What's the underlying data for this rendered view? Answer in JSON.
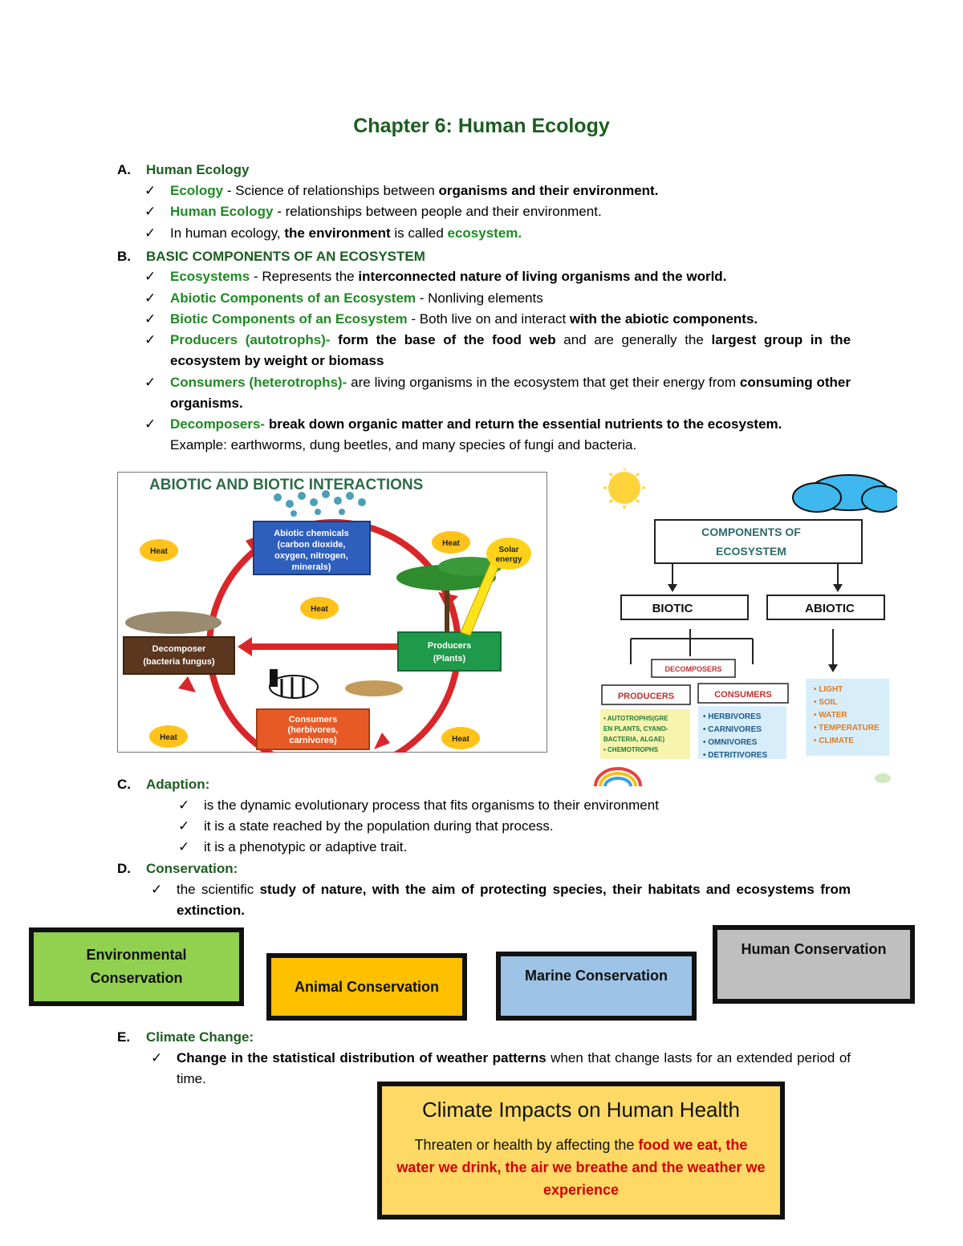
{
  "title": "Chapter 6: Human Ecology",
  "sections": {
    "a": {
      "letter": "A.",
      "heading": "Human Ecology",
      "items": [
        {
          "term": "Ecology",
          "text1": " - Science of relationships between ",
          "bold1": "organisms and their environment."
        },
        {
          "term": "Human Ecology",
          "text1": " - relationships between people and their environment."
        },
        {
          "pre": "In human ecology, ",
          "bold1": "the environment",
          "text1": " is called ",
          "term2": "ecosystem."
        }
      ]
    },
    "b": {
      "letter": "B.",
      "heading": "BASIC COMPONENTS OF AN ECOSYSTEM",
      "items": [
        {
          "term": "Ecosystems",
          "text1": " - Represents the ",
          "bold1": "interconnected nature of living organisms and the world."
        },
        {
          "term": "Abiotic Components of an Ecosystem",
          "text1": " - Nonliving elements"
        },
        {
          "term": "Biotic Components of an Ecosystem",
          "text1": " - Both live on and interact ",
          "bold1": "with the abiotic components."
        },
        {
          "term": "Producers (autotrophs)-",
          "bold1": " form the base of the food web",
          "text1": " and are generally the ",
          "bold2": "largest group in the ecosystem by weight or biomass"
        },
        {
          "term": "Consumers (heterotrophs)-",
          "text1": " are living organisms in the ecosystem that get their energy from ",
          "bold1": "consuming other organisms."
        },
        {
          "term": "Decomposers-",
          "bold1": " break down organic matter and return the essential nutrients to the ecosystem.",
          "text1": "Example: earthworms, dung beetles, and many species of fungi and bacteria."
        }
      ]
    },
    "c": {
      "letter": "C.",
      "heading": "Adaption:",
      "items": [
        "is the dynamic evolutionary process that fits organisms to their environment",
        "it is a state reached by the population during that process.",
        "it is a phenotypic or adaptive trait."
      ]
    },
    "d": {
      "letter": "D.",
      "heading": "Conservation:",
      "item": {
        "pre": "the scientific ",
        "bold1": "study of nature, with the aim of protecting species, their habitats and ecosystems from extinction."
      }
    },
    "e": {
      "letter": "E.",
      "heading": "Climate Change:",
      "item": {
        "bold1": "Change in the statistical distribution of weather patterns",
        "text1": " when that change lasts for an extended period of time."
      }
    }
  },
  "conservation_boxes": {
    "environmental": {
      "label": "Environmental Conservation",
      "color": "#92d050"
    },
    "animal": {
      "label": "Animal Conservation",
      "color": "#ffc000"
    },
    "marine": {
      "label": "Marine Conservation",
      "color": "#9dc3e6"
    },
    "human": {
      "label": "Human Conservation",
      "color": "#bfbfbf"
    }
  },
  "climate_box": {
    "title": "Climate Impacts on Human Health",
    "text1": "Threaten or health by affecting the ",
    "red1": "food we eat, the water we drink, the air we breathe and the weather we experience",
    "color": "#ffd966"
  },
  "diagram_left": {
    "title": "ABIOTIC AND BIOTIC INTERACTIONS",
    "abiotic": [
      "Abiotic chemicals",
      "(carbon dioxide,",
      "oxygen, nitrogen,",
      "minerals)"
    ],
    "producers": [
      "Producers",
      "(Plants)"
    ],
    "decomposer": [
      "Decomposer",
      "(bacteria fungus)"
    ],
    "consumers": [
      "Consumers",
      "(herbivores,",
      "carnivores)"
    ],
    "heat": "Heat",
    "solar": [
      "Solar",
      "energy"
    ]
  },
  "diagram_right": {
    "title": [
      "COMPONENTS OF",
      "ECOSYSTEM"
    ],
    "biotic": "BIOTIC",
    "abiotic": "ABIOTIC",
    "decomposers": "DECOMPOSERS",
    "producers": "PRODUCERS",
    "consumers": "CONSUMERS",
    "producer_list": [
      "• AUTOTROPHS(GRE",
      "EN PLANTS, CYANO-",
      "BACTERIA, ALGAE)",
      "• CHEMOTROPHS"
    ],
    "consumer_list": [
      "• HERBIVORES",
      "• CARNIVORES",
      "• OMNIVORES",
      "• DETRITIVORES"
    ],
    "abiotic_list": [
      "• LIGHT",
      "• SOIL",
      "• WATER",
      "• TEMPERATURE",
      "• CLIMATE"
    ]
  }
}
